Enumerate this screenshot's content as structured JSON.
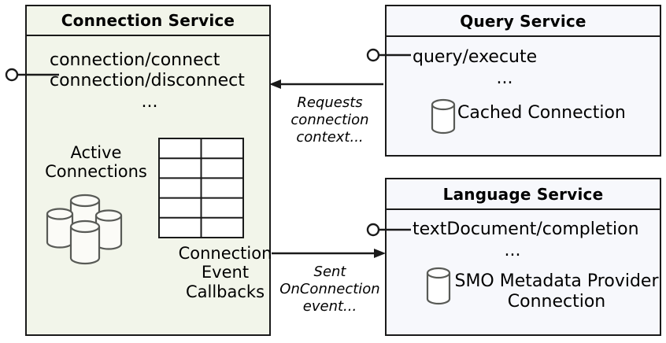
{
  "diagram": {
    "type": "uml-component-diagram",
    "background": "#ffffff"
  },
  "colors": {
    "connection_service_fill": "#f2f5ea",
    "query_service_fill": "#f7f8fc",
    "language_service_fill": "#f7f8fc",
    "border": "#1a1a1a",
    "icon_stroke": "#585a56"
  },
  "components": {
    "connection_service": {
      "title": "Connection Service",
      "interfaces": "connection/connect\nconnection/disconnect",
      "ellipsis": "...",
      "artifact_label": "Active\nConnections",
      "table_label": "Connection\nEvent\nCallbacks",
      "table": {
        "rows": 5,
        "cols": 2
      }
    },
    "query_service": {
      "title": "Query Service",
      "interfaces": "query/execute",
      "ellipsis": "...",
      "artifact_label": "Cached Connection"
    },
    "language_service": {
      "title": "Language Service",
      "interfaces": "textDocument/completion",
      "ellipsis": "...",
      "artifact_label": "SMO Metadata\nProvider Connection"
    }
  },
  "connectors": {
    "requests_context": {
      "label": "Requests\nconnection\ncontext...",
      "from": "query_service",
      "to": "connection_service",
      "direction": "left"
    },
    "sent_onconnection": {
      "label": "Sent\nOnConnection\nevent...",
      "from": "connection_service",
      "to": "language_service",
      "direction": "right"
    }
  },
  "provided_interfaces": {
    "connection_service_lollipop": "provided-interface-socket",
    "query_service_lollipop": "provided-interface-socket",
    "language_service_lollipop": "provided-interface-socket"
  }
}
